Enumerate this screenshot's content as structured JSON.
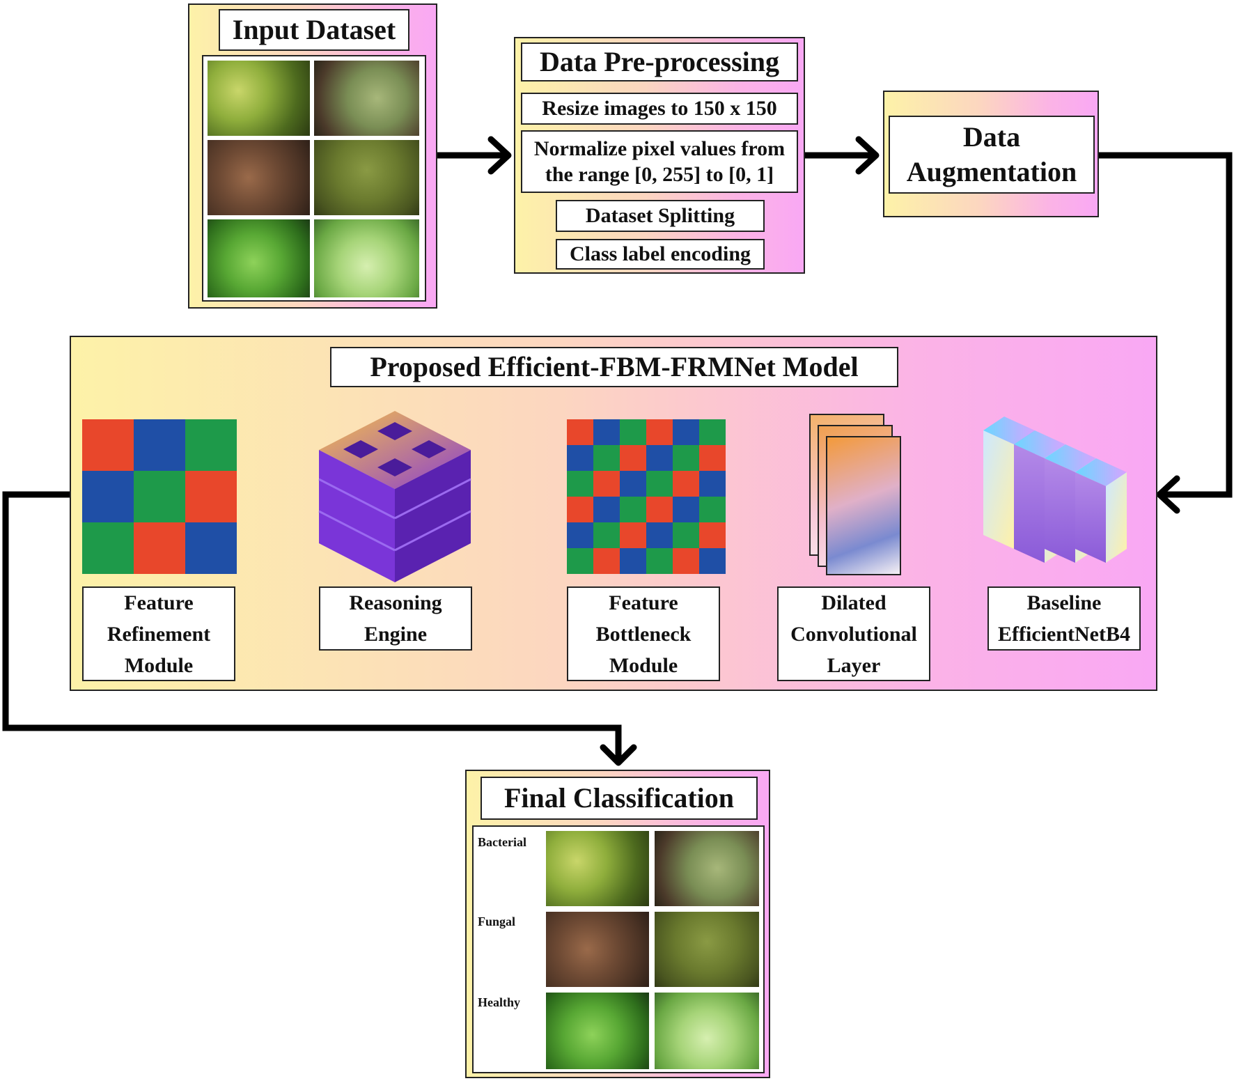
{
  "input_dataset": {
    "title": "Input Dataset"
  },
  "preprocessing": {
    "title": "Data Pre-processing",
    "steps": [
      "Resize images to 150 x 150",
      "Normalize pixel values from the range [0, 255] to [0, 1]",
      "Dataset Splitting",
      "Class label encoding"
    ]
  },
  "augmentation": {
    "title_line1": "Data",
    "title_line2": "Augmentation"
  },
  "model": {
    "title": "Proposed Efficient-FBM-FRMNet Model",
    "stages": [
      {
        "line1": "Feature",
        "line2": "Refinement",
        "line3": "Module"
      },
      {
        "line1": "Reasoning",
        "line2": "Engine"
      },
      {
        "line1": "Feature",
        "line2": "Bottleneck",
        "line3": "Module"
      },
      {
        "line1": "Dilated",
        "line2": "Convolutional",
        "line3": "Layer"
      },
      {
        "line1": "Baseline",
        "line2": "EfficientNetB4"
      }
    ]
  },
  "classification": {
    "title": "Final Classification",
    "classes": [
      "Bacterial",
      "Fungal",
      "Healthy"
    ]
  },
  "colors": {
    "feature_red": "#e8472b",
    "feature_blue": "#1f4fa6",
    "feature_green": "#1e9a4a",
    "cube_purple": "#6a2fc8",
    "arrow": "#000000"
  }
}
